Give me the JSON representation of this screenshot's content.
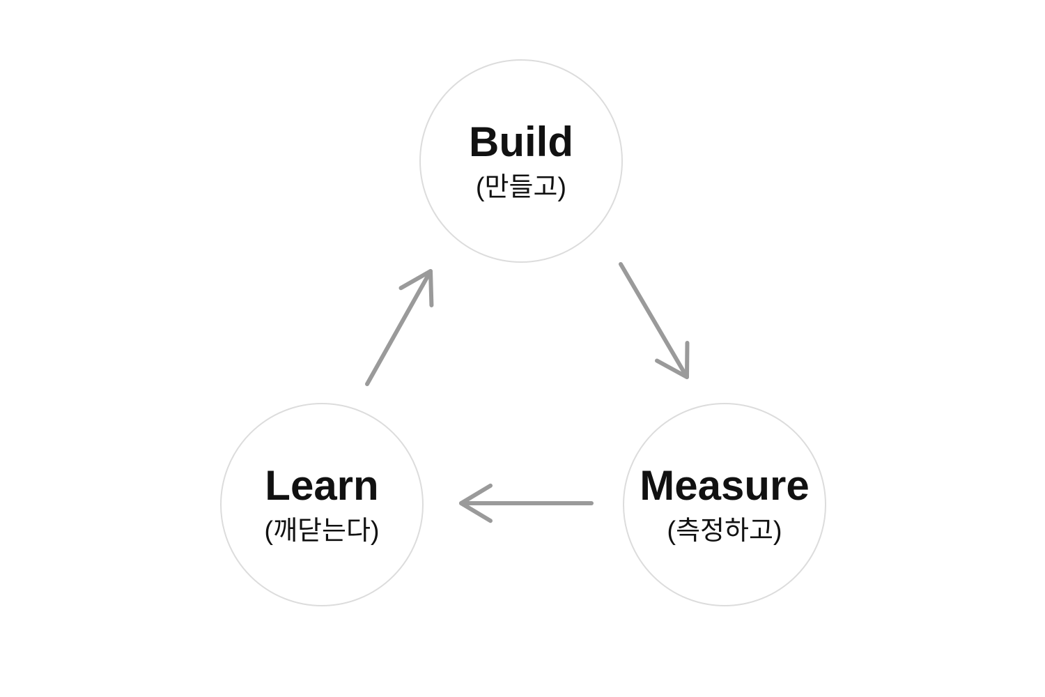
{
  "diagram": {
    "type": "cycle",
    "description_of_figure": "Build-Measure-Learn feedback loop",
    "nodes": [
      {
        "id": "build",
        "label": "Build",
        "sublabel": "(만들고)"
      },
      {
        "id": "measure",
        "label": "Measure",
        "sublabel": "(측정하고)"
      },
      {
        "id": "learn",
        "label": "Learn",
        "sublabel": "(깨닫는다)"
      }
    ],
    "edges": [
      {
        "from": "build",
        "to": "measure",
        "direction": "diagonal-down-right"
      },
      {
        "from": "measure",
        "to": "learn",
        "direction": "horizontal-left"
      },
      {
        "from": "learn",
        "to": "build",
        "direction": "diagonal-up-right"
      }
    ],
    "colors": {
      "background": "#ffffff",
      "circle_border": "#dcdcdc",
      "arrow": "#9a9a9a",
      "text": "#111111"
    }
  }
}
